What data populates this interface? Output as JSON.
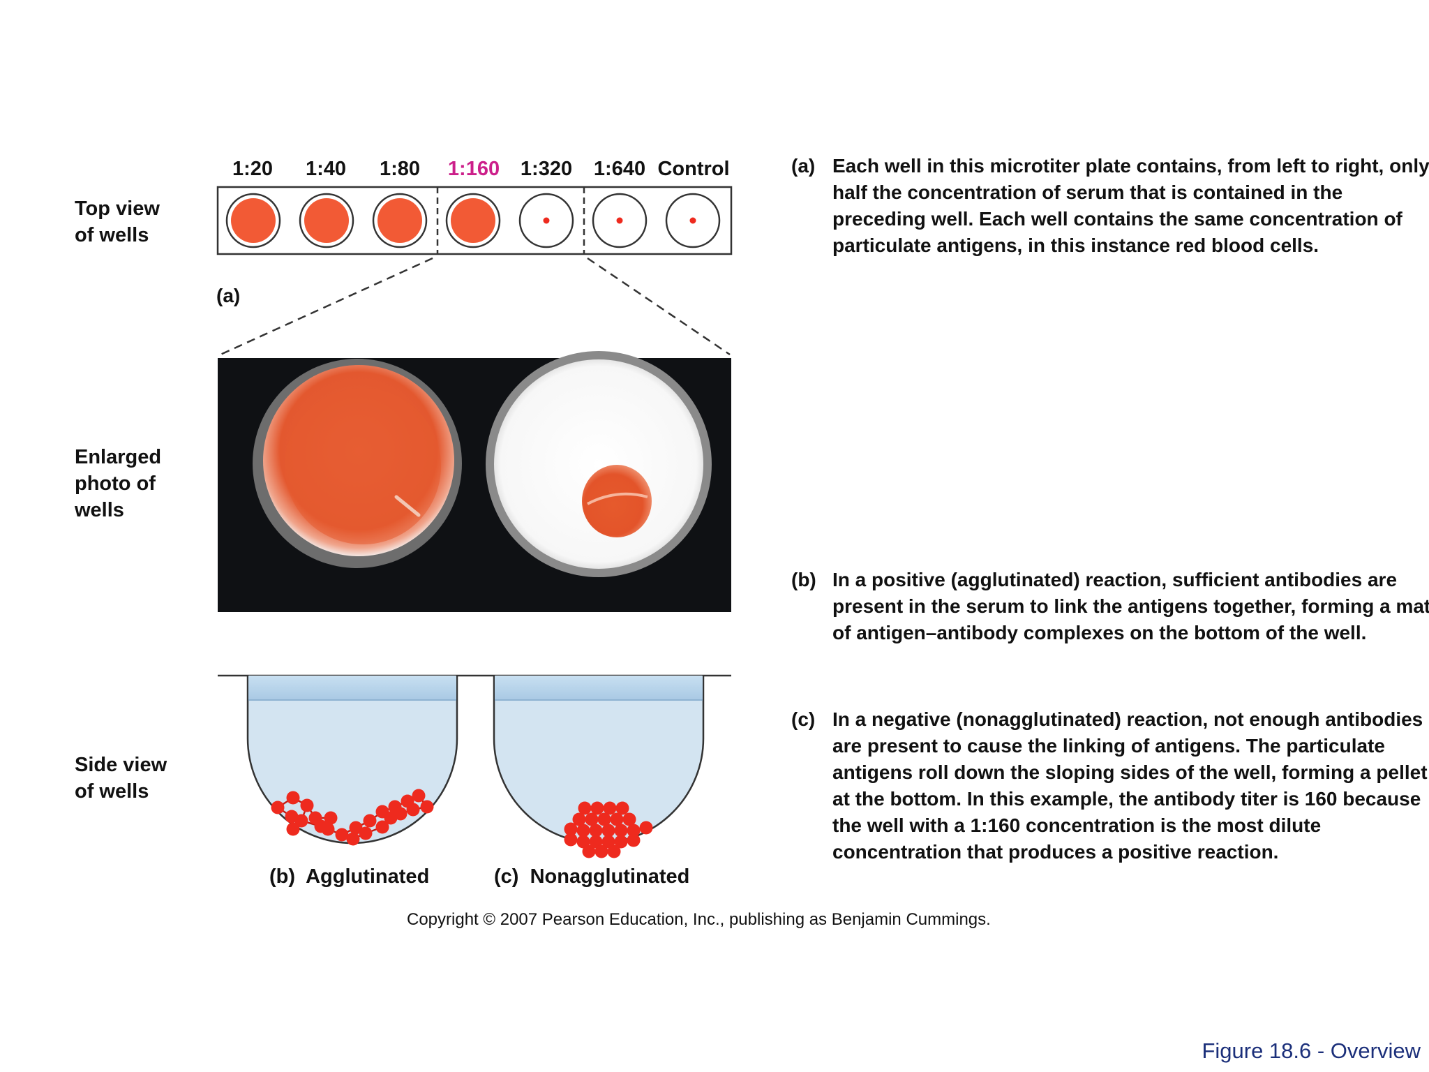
{
  "dilution_labels": [
    "1:20",
    "1:40",
    "1:80",
    "1:160",
    "1:320",
    "1:640",
    "Control"
  ],
  "highlight_label_color": "#cc1f8a",
  "wells": [
    {
      "label": "1:20",
      "result": "agglutinated"
    },
    {
      "label": "1:40",
      "result": "agglutinated"
    },
    {
      "label": "1:80",
      "result": "agglutinated"
    },
    {
      "label": "1:160",
      "result": "agglutinated"
    },
    {
      "label": "1:320",
      "result": "pellet"
    },
    {
      "label": "1:640",
      "result": "pellet"
    },
    {
      "label": "Control",
      "result": "pellet"
    }
  ],
  "row_labels": {
    "top_view": "Top view\nof wells",
    "enlarged": "Enlarged\nphoto of\nwells",
    "side_view": "Side view\nof wells"
  },
  "panel_a_label": "(a)",
  "descriptions": {
    "a": {
      "letter": "(a)",
      "text": "Each well in this microtiter plate contains, from left to right, only half the concentration of serum that is contained in the preceding well. Each well contains the same concentration of particulate antigens, in this instance red blood cells."
    },
    "b": {
      "letter": "(b)",
      "text": "In a positive (agglutinated) reaction, sufficient antibodies are present in the serum to link the antigens together, forming a mat of antigen–antibody complexes on the bottom of the well."
    },
    "c": {
      "letter": "(c)",
      "text": "In a negative (nonagglutinated) reaction, not enough antibodies are present to cause the linking of antigens. The particulate antigens roll down the sloping sides of the well, forming a pellet at the bottom. In this example, the antibody titer is 160 because the well with a 1:160 concentration is the most dilute concentration that produces a positive reaction."
    }
  },
  "side_captions": {
    "b_letter": "(b)",
    "b_text": "Agglutinated",
    "c_letter": "(c)",
    "c_text": "Nonagglutinated"
  },
  "copyright": "Copyright © 2007 Pearson Education, Inc., publishing as Benjamin Cummings.",
  "figure_label": "Figure 18.6 - Overview",
  "colors": {
    "rbc_red": "#ee2a1e",
    "well_fill": "#f25a35",
    "fluid_blue": "#d3e4f1",
    "figure_label": "#1b2f7a"
  }
}
